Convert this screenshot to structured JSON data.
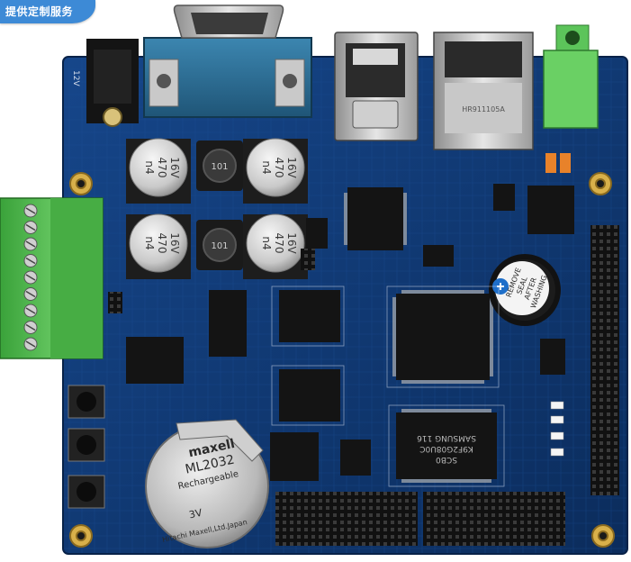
{
  "banner": {
    "text": "提供定制服务"
  },
  "board": {
    "power_label": "12V",
    "capacitors": [
      {
        "line1": "n4",
        "line2": "470",
        "line3": "16V"
      },
      {
        "line1": "n4",
        "line2": "470",
        "line3": "16V"
      },
      {
        "line1": "n4",
        "line2": "470",
        "line3": "16V"
      },
      {
        "line1": "n4",
        "line2": "470",
        "line3": "16V"
      }
    ],
    "inductor_label": "101",
    "buzzer_label": [
      "REMOVE",
      "SEAL",
      "AFTER",
      "WASHING"
    ],
    "battery": {
      "brand": "maxell",
      "model": "ML2032",
      "sub": "Rechargeable",
      "volt": "3V",
      "maker": "Hitachi Maxell,Ltd.Japan"
    },
    "flash_label": [
      "SAMSUNG 116",
      "K9F2G08U0C",
      "SCB0"
    ],
    "ethernet_label": "HR911105A"
  },
  "colors": {
    "pcb": "#0f3a72",
    "terminal": "#4fb54a",
    "db9": "#2e6f95"
  }
}
